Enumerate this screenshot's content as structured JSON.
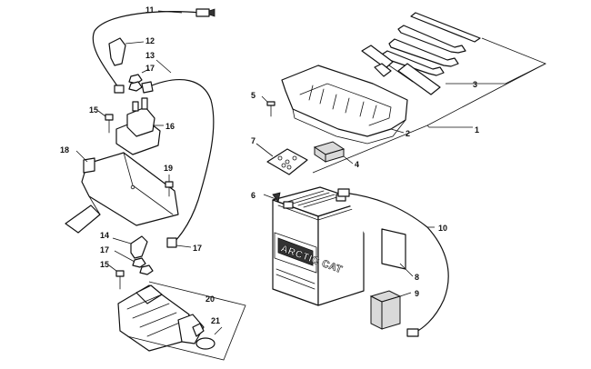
{
  "diagram": {
    "brand_text": "ARCTIC CAT",
    "colors": {
      "ink": "#111111",
      "background": "#ffffff",
      "felt_pad": "#d9d9d9"
    },
    "callouts": {
      "c1": "1",
      "c2": "2",
      "c3": "3",
      "c4": "4",
      "c5": "5",
      "c6": "6",
      "c7": "7",
      "c8": "8",
      "c9": "9",
      "c10": "10",
      "c11": "11",
      "c12": "12",
      "c13": "13",
      "c14": "14",
      "c15a": "15",
      "c15b": "15",
      "c16": "16",
      "c17a": "17",
      "c17b": "17",
      "c17c": "17",
      "c18": "18",
      "c19": "19",
      "c20": "20",
      "c21": "21"
    }
  }
}
